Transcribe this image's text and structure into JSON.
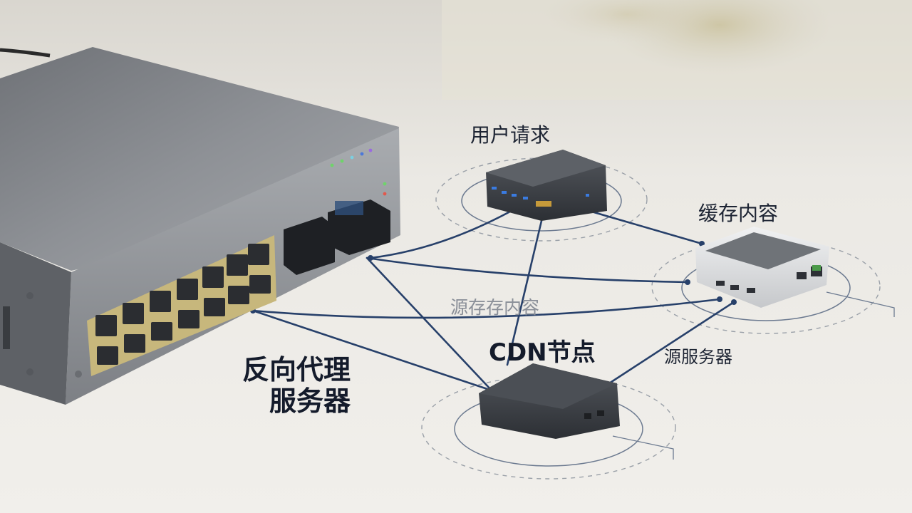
{
  "labels": {
    "user_request": "用户请求",
    "cache_content": "缓存内容",
    "source_content": "源存存内容",
    "cdn_node": "CDN节点",
    "origin_server": "源服务器",
    "reverse_proxy_line1": "反向代理",
    "reverse_proxy_line2": "服务器"
  },
  "colors": {
    "table": "#ebe9e4",
    "switch_body": "#8e9196",
    "connector_line": "#27406a",
    "device_dark": "#3a3d43",
    "device_silver": "#d9dadc"
  }
}
